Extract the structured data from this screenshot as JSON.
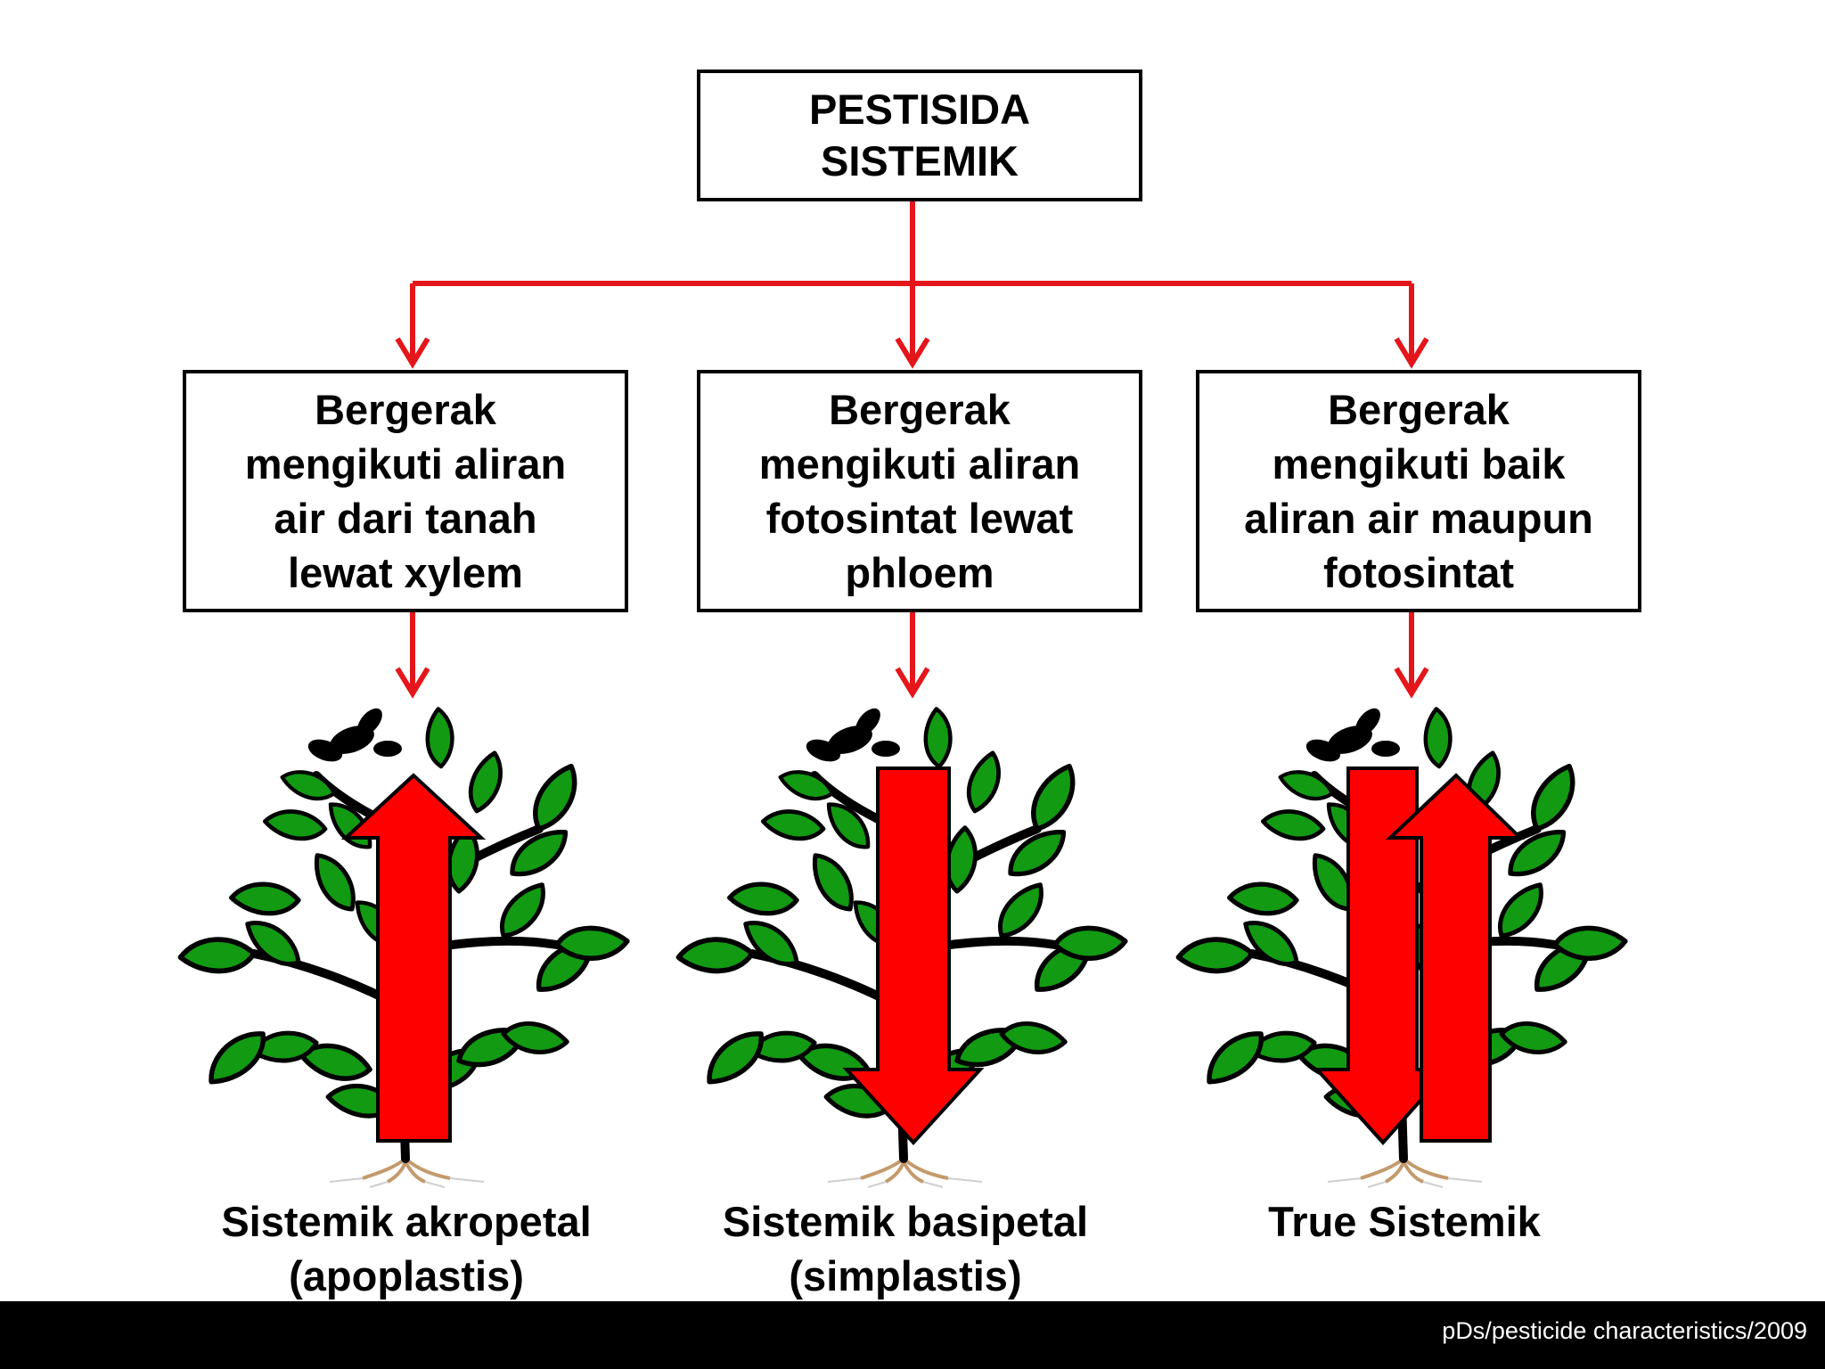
{
  "root": {
    "lines": [
      "PESTISIDA",
      "SISTEMIK"
    ]
  },
  "branches": [
    {
      "lines": [
        "Bergerak",
        "mengikuti aliran",
        "air dari tanah",
        "lewat xylem"
      ],
      "caption": [
        "Sistemik akropetal",
        "(apoplastis)"
      ],
      "flow": "up"
    },
    {
      "lines": [
        "Bergerak",
        "mengikuti aliran",
        "fotosintat lewat",
        "phloem"
      ],
      "caption": [
        "Sistemik basipetal",
        "(simplastis)"
      ],
      "flow": "down"
    },
    {
      "lines": [
        "Bergerak",
        "mengikuti baik",
        "aliran air maupun",
        "fotosintat"
      ],
      "caption": [
        "True Sistemik"
      ],
      "flow": "both"
    }
  ],
  "colors": {
    "connector": "#e5161b",
    "arrow": "#ff0000",
    "leaf": "#129a12",
    "stem": "#000000",
    "root": "#c49a6c"
  },
  "icons": [
    "plant-icon",
    "arrow-up-icon",
    "arrow-down-icon"
  ],
  "footer": {
    "text": "pDs/pesticide characteristics/2009"
  }
}
